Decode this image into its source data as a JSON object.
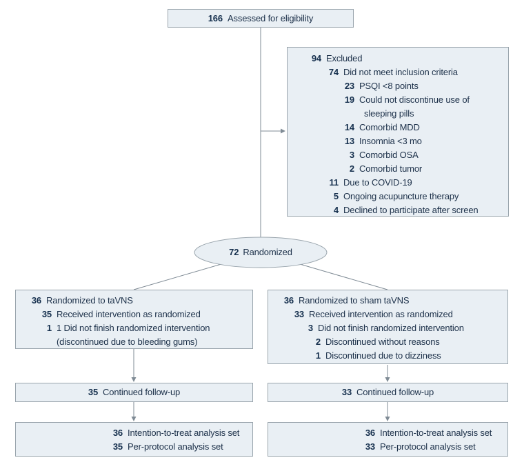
{
  "colors": {
    "box_fill": "#e9eff4",
    "box_border": "#99a4ac",
    "text": "#1c3049",
    "line": "#7f8b95"
  },
  "eligibility_box": {
    "number": "166",
    "label": "Assessed for eligibility"
  },
  "excluded_box": {
    "rows": [
      {
        "number": "94",
        "label": "Excluded"
      },
      {
        "number": "74",
        "label": "Did not meet inclusion criteria"
      },
      {
        "number": "23",
        "label": "PSQI <8 points"
      },
      {
        "number": "19",
        "label": "Could not discontinue use of",
        "sub": "sleeping pills"
      },
      {
        "number": "14",
        "label": "Comorbid MDD"
      },
      {
        "number": "13",
        "label": "Insomnia <3 mo"
      },
      {
        "number": "3",
        "label": "Comorbid OSA"
      },
      {
        "number": "2",
        "label": "Comorbid tumor"
      },
      {
        "number": "11",
        "label": "Due to COVID-19"
      },
      {
        "number": "5",
        "label": "Ongoing acupuncture therapy"
      },
      {
        "number": "4",
        "label": "Declined to participate after screen"
      }
    ]
  },
  "randomized_ellipse": {
    "number": "72",
    "label": "Randomized"
  },
  "arms": {
    "left": {
      "rows": [
        {
          "number": "36",
          "label": "Randomized to taVNS"
        },
        {
          "number": "35",
          "label": "Received intervention as randomized"
        },
        {
          "number": "1",
          "label": "1 Did not finish randomized intervention",
          "sub": "(discontinued due to bleeding gums)"
        }
      ],
      "followup": {
        "number": "35",
        "label": "Continued follow-up"
      },
      "analysis_rows": [
        {
          "number": "36",
          "label": "Intention-to-treat analysis set"
        },
        {
          "number": "35",
          "label": "Per-protocol analysis set"
        }
      ]
    },
    "right": {
      "rows": [
        {
          "number": "36",
          "label": "Randomized to sham taVNS"
        },
        {
          "number": "33",
          "label": "Received intervention as randomized"
        },
        {
          "number": "3",
          "label": "Did not finish randomized intervention"
        },
        {
          "number": "2",
          "label": "Discontinued without reasons"
        },
        {
          "number": "1",
          "label": "Discontinued due to dizziness"
        }
      ],
      "followup": {
        "number": "33",
        "label": "Continued follow-up"
      },
      "analysis_rows": [
        {
          "number": "36",
          "label": "Intention-to-treat analysis set"
        },
        {
          "number": "33",
          "label": "Per-protocol analysis set"
        }
      ]
    }
  }
}
